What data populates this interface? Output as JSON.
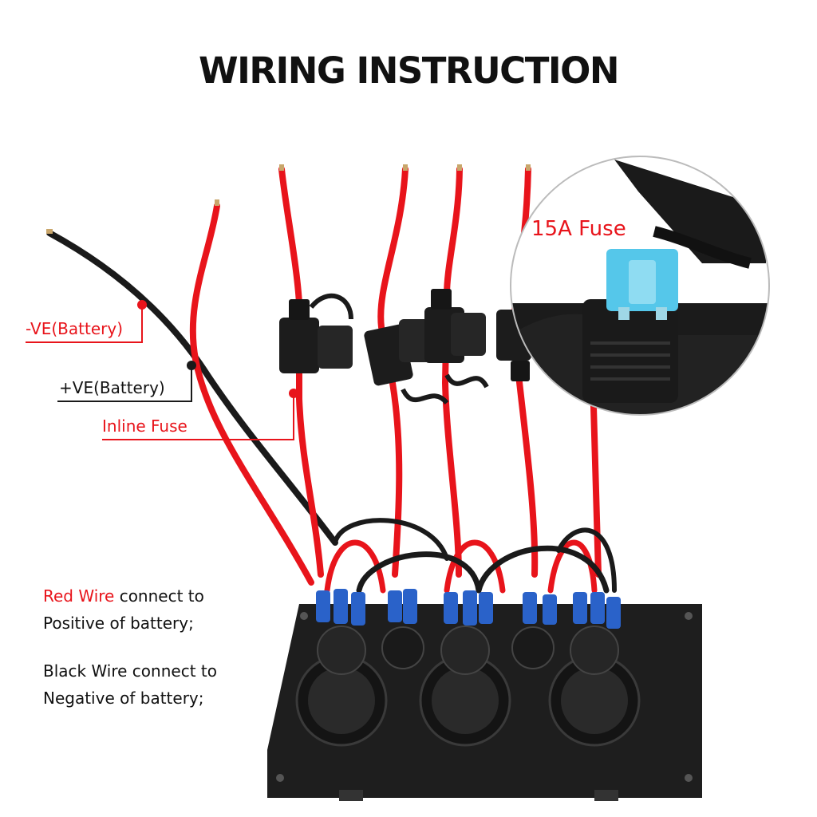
{
  "title": "WIRING INSTRUCTION",
  "labels": {
    "neg_battery": "-VE(Battery)",
    "pos_battery": "+VE(Battery)",
    "inline_fuse": "Inline Fuse",
    "fuse_rating": "15A Fuse"
  },
  "notes": {
    "red_line1_highlight": "Red Wire",
    "red_line1_rest": " connect to",
    "red_line2": "Positive of battery;",
    "black_line1": "Black Wire connect to",
    "black_line2": "Negative of battery;"
  },
  "colors": {
    "wire_red": "#e8141b",
    "wire_black": "#1a1a1a",
    "terminal_blue": "#2a62c9",
    "fuse_blue": "#55c7ea",
    "panel": "#202020"
  }
}
